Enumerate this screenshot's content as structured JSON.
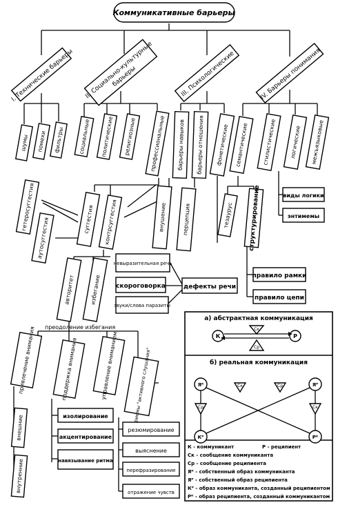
{
  "title": "Коммуникативные барьеры",
  "categories": {
    "c1": "I. Технические барьеры",
    "c2a": "II. Социально-культурные",
    "c2b": "барьеры",
    "c3": "III. Психологические",
    "c4": "IV. Барьеры понимания"
  },
  "tech": [
    "шумы",
    "помехи",
    "фильтры"
  ],
  "social": [
    "социальные",
    "политические",
    "религиозные",
    "профессиональные"
  ],
  "psych": {
    "skills": "барьеры навыков",
    "relation": "барьеры отношения",
    "phonetic": "фонетические"
  },
  "understanding": [
    "семантические",
    "стилистические",
    "логические",
    "межъязыковые"
  ],
  "logic_items": [
    "виды логики",
    "энтимемы"
  ],
  "influence": {
    "heterosuggestion": "гетеросуггестия",
    "suggestion": "суггестия",
    "contrasuggestion": "контрсуггестия",
    "autosuggestion": "аутосуггестия",
    "inspiration": "внушение",
    "perception": "перцепция",
    "authority": "авторитет",
    "avoidance": "избегание",
    "thesaurus": "тезаурус",
    "structuring": "структурирование"
  },
  "speech": {
    "unexpressive": "невыразительная речь",
    "tongue_twister": "скороговорка",
    "fillers": "звуки/слова паразиты",
    "defects": "дефекты речи"
  },
  "rules": [
    "правило рамки",
    "правило цепи"
  ],
  "overcoming": "преодоление избегания",
  "attention": {
    "attraction": "привлечение внимания",
    "maintain": "поддержка внимания",
    "manage": "управление вниманием",
    "active": "приемы \"активного слушания\"",
    "external": "внешние",
    "internal": "внутренние"
  },
  "techniques": [
    "изолирование",
    "акцентирование",
    "навязывание ритма"
  ],
  "listening": [
    "резюмирование",
    "выяснение",
    "перефразирование",
    "отражение чувств"
  ],
  "abstract_panel": {
    "title": "а) абстрактная коммуникация",
    "k": "К",
    "r": "Р",
    "sk": "Ск",
    "sr": "Ср"
  },
  "real_panel": {
    "title": "б) реальная коммуникация",
    "yk": "Яᴷ",
    "yr": "Яᴾ",
    "kr": "Кᴾ",
    "rk": "Рᴷ",
    "sk": "Ск",
    "sr": "Ср"
  },
  "legend": [
    "К - коммуникант",
    "Р - реципиент",
    "Ск - сообщение коммуниканта",
    "Ср - сообщение реципиента",
    "Яᴷ - собственный образ коммуниканта",
    "Яᴾ - собственный образ реципиента",
    "Кᴾ - образ коммуниканта, созданный реципиентом",
    "Рᴷ - образ реципиента, созданный коммуникантом"
  ]
}
